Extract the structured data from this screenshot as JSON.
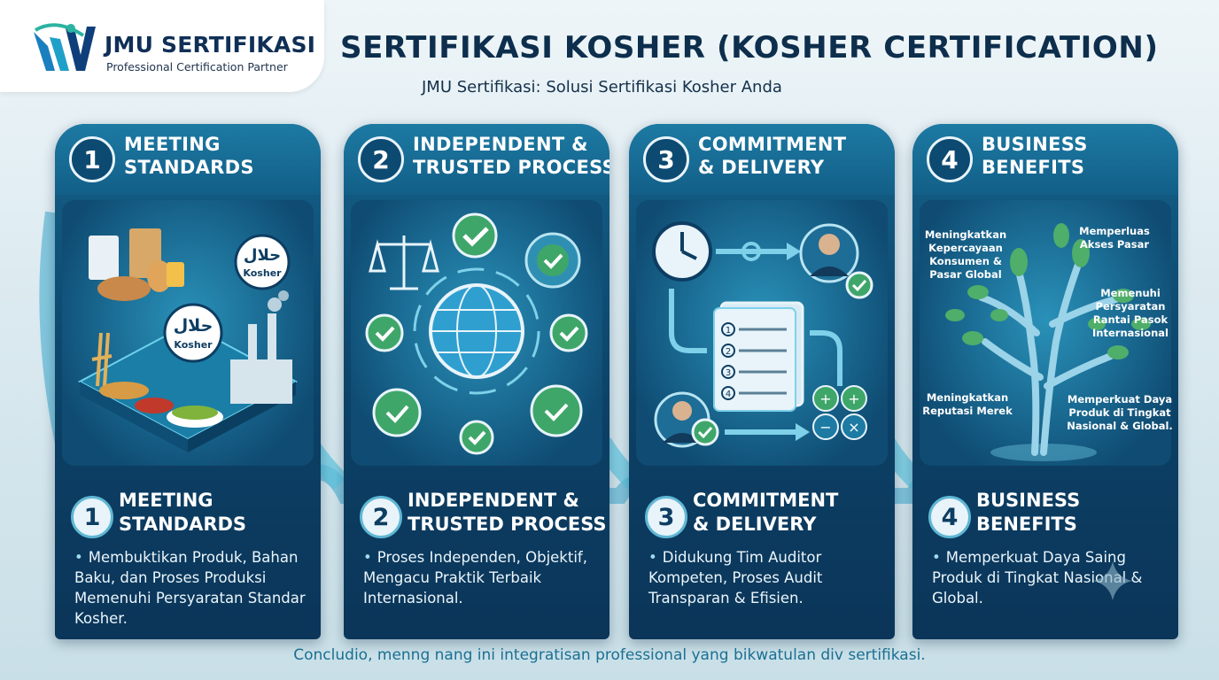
{
  "brand": {
    "name": "JMU SERTIFIKASI",
    "tagline": "Professional Certification Partner"
  },
  "header": {
    "title": "SERTIFIKASI KOSHER (KOSHER CERTIFICATION)",
    "subtitle": "JMU Sertifikasi: Solusi Sertifikasi Kosher Anda"
  },
  "colors": {
    "navy": "#0d2e4c",
    "teal": "#1d7aa3",
    "accent": "#5fb7d4",
    "green": "#3fa66a"
  },
  "cards": [
    {
      "number": "1",
      "head_line1": "MEETING",
      "head_line2": "STANDARDS",
      "step_line1": "MEETING",
      "step_line2": "STANDARDS",
      "text": "Membuktikan Produk, Bahan Baku, dan Proses Produksi Memenuhi Persyaratan Standar Kosher.",
      "badge1_top": "حلال",
      "badge1_bottom": "Kosher",
      "badge2_top": "حلال",
      "badge2_bottom": "Kosher"
    },
    {
      "number": "2",
      "head_line1": "INDEPENDENT &",
      "head_line2": "TRUSTED PROCESS",
      "step_line1": "INDEPENDENT &",
      "step_line2": "TRUSTED PROCESS",
      "text": "Proses Independen, Objektif, Mengacu Praktik Terbaik Internasional."
    },
    {
      "number": "3",
      "head_line1": "COMMITMENT",
      "head_line2": "& DELIVERY",
      "step_line1": "COMMITMENT",
      "step_line2": "& DELIVERY",
      "text": "Didukung Tim Auditor Kompeten, Proses Audit Transparan & Efisien.",
      "list": [
        "1",
        "2",
        "3",
        "4"
      ]
    },
    {
      "number": "4",
      "head_line1": "BUSINESS",
      "head_line2": "BENEFITS",
      "step_line1": "BUSINESS",
      "step_line2": "BENEFITS",
      "text": "Memperkuat Daya Saing Produk di Tingkat Nasional & Global.",
      "tree": {
        "l1_a": "Meningkatkan",
        "l1_b": "Kepercayaan",
        "l1_c": "Konsumen &",
        "l1_d": "Pasar Global",
        "r1_a": "Memperluas",
        "r1_b": "Akses Pasar",
        "r2_a": "Memenuhi",
        "r2_b": "Persyaratan",
        "r2_c": "Rantai Pasok",
        "r2_d": "Internasional",
        "l2_a": "Meningkatkan",
        "l2_b": "Reputasi Merek",
        "r3_a": "Memperkuat Daya",
        "r3_b": "Produk di Tingkat",
        "r3_c": "Nasional & Global."
      }
    }
  ],
  "footer": "Concludio, menng nang ini integratisan professional yang bikwatulan div sertifikasi."
}
